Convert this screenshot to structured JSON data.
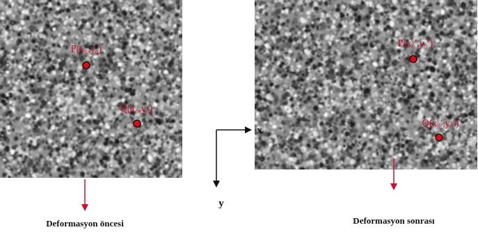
{
  "diagram": {
    "labels": [
      "P(x₀,y₀)",
      "Q(x₀,y₀)",
      "P(x₀′,y₀′)",
      "Q(x₀′,y₀′)",
      "x",
      "y",
      "Deformasyon öncesi",
      "Deformasyon sonrası"
    ]
  }
}
